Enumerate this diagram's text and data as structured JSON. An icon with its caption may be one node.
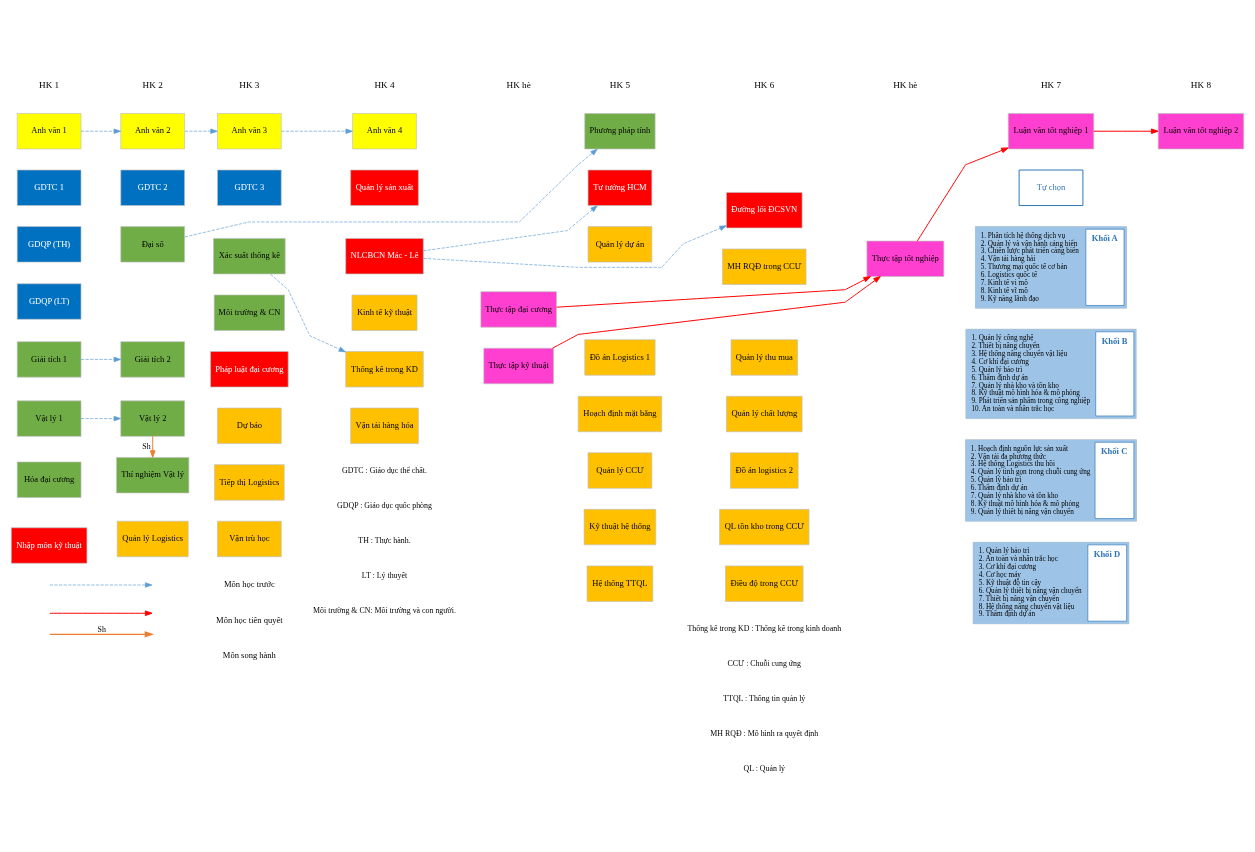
{
  "diagram": {
    "nodes": [
      {
        "text": [
          "Anh văn 1"
        ]
      },
      {
        "text": [
          "GDTC 1"
        ]
      },
      {
        "text": [
          "GDQP (TH)"
        ]
      },
      {
        "text": [
          "GDQP (LT)"
        ]
      },
      {
        "text": [
          "Giải tích 1"
        ]
      },
      {
        "text": [
          "Vật lý 1"
        ]
      },
      {
        "text": [
          "Hóa đại cương"
        ]
      },
      {
        "text": [
          "Nhập môn kỹ thuật"
        ]
      },
      {
        "text": [
          "Anh văn 2"
        ]
      },
      {
        "text": [
          "GDTC 2"
        ]
      },
      {
        "text": [
          "Đại số"
        ]
      },
      {
        "text": [
          "Giải tích 2"
        ]
      },
      {
        "text": [
          "Vật lý 2"
        ]
      },
      {
        "text": [
          "Thí nghiệm Vật lý"
        ]
      },
      {
        "text": [
          "Quản lý Logistics"
        ]
      },
      {
        "text": [
          "Anh văn 3"
        ]
      },
      {
        "text": [
          "GDTC 3"
        ]
      },
      {
        "text": [
          "Xác suất thống kê"
        ]
      },
      {
        "text": [
          "Môi trường & CN"
        ]
      },
      {
        "text": [
          "Pháp luật đại cương"
        ]
      },
      {
        "text": [
          "Dự báo"
        ]
      },
      {
        "text": [
          "Tiếp thị Logistics"
        ]
      },
      {
        "text": [
          "Vận trù học"
        ]
      },
      {
        "text": [
          "Anh văn 4"
        ]
      },
      {
        "text": [
          "Quản lý sản xuất"
        ]
      },
      {
        "text": [
          "NLCBCN Mác - Lê"
        ]
      },
      {
        "text": [
          "Kinh tế kỹ thuật"
        ]
      },
      {
        "text": [
          "Thống kê trong KD"
        ]
      },
      {
        "text": [
          "Vận tải hàng hóa"
        ]
      },
      {
        "text": [
          "Thực tập đại cương"
        ]
      },
      {
        "text": [
          "Thực tập kỹ thuật"
        ]
      },
      {
        "text": [
          "Phương pháp tính"
        ]
      },
      {
        "text": [
          "Tư tưởng HCM"
        ]
      },
      {
        "text": [
          "Quản lý dự án"
        ]
      },
      {
        "text": [
          "Đồ án Logistics 1"
        ]
      },
      {
        "text": [
          "Hoạch định mặt bằng"
        ]
      },
      {
        "text": [
          "Quản lý CCƯ"
        ]
      },
      {
        "text": [
          "Kỹ thuật hệ thống"
        ]
      },
      {
        "text": [
          "Hệ thống TTQL"
        ]
      },
      {
        "text": [
          "Đường lối ĐCSVN"
        ]
      },
      {
        "text": [
          "MH RQĐ trong CCƯ"
        ]
      },
      {
        "text": [
          "Quản lý thu mua"
        ]
      },
      {
        "text": [
          "Quản lý chất lượng"
        ]
      },
      {
        "text": [
          "Đồ án logistics 2"
        ]
      },
      {
        "text": [
          "QL tồn kho trong CCƯ"
        ]
      },
      {
        "text": [
          "Điều độ trong CCƯ"
        ]
      },
      {
        "text": [
          "Thực tập tốt nghiệp"
        ]
      },
      {
        "text": [
          "Luận văn tốt nghiệp 1"
        ]
      },
      {
        "text": [
          "Tự chọn"
        ]
      },
      {
        "text": [
          "Khối A",
          "1. Phân tích hệ thống dịch vụ",
          "2. Quản lý và vận hành cảng biển",
          "3. Chiến lược phát triển cảng biển",
          "4. Vận tải hàng hải",
          "5. Thương mại quốc tế cơ bản",
          "6. Logistics quốc tế",
          "7. Kinh tế vi mô",
          "8. Kinh tế vĩ mô",
          "9. Kỹ năng lãnh đạo"
        ]
      },
      {
        "text": [
          "Khối B",
          "1. Quản lý công nghệ",
          "2. Thiết bị nâng chuyển",
          "3. Hệ thống nâng chuyển vật liệu",
          "4. Cơ khí đại cương",
          "5. Quản lý bảo trì",
          "6. Thẩm định dự án",
          "7. Quản lý nhà kho và tồn kho",
          "8. Kỹ thuật mô hình hóa & mô phỏng",
          "9. Phát triển sản phẩm trong công nghiệp",
          "10. An toàn và nhân trắc học"
        ]
      },
      {
        "text": [
          "Khối C",
          "1. Hoạch định nguồn lực sản xuất",
          "2. Vận tải đa phương thức",
          "3. Hệ thống Logistics thu hồi",
          "4. Quản lý tinh gọn trong chuỗi cung ứng",
          "5. Quản lý bảo trì",
          "6. Thẩm định dự án",
          "7. Quản lý nhà kho và tồn kho",
          "8. Kỹ thuật mô hình hóa & mô phỏng",
          "9. Quản lý thiết bị nâng vận chuyển"
        ]
      },
      {
        "text": [
          "Khối D",
          "1. Quản lý bảo trì",
          "2. An toàn và nhân trắc học",
          "3. Cơ khí đại cương",
          "4. Cơ học máy",
          "5. Kỹ thuật độ tin cậy",
          "6. Quản lý thiết bị nâng vận chuyển",
          "7. Thiết bị nâng vận chuyển",
          "8. Hệ thống nâng chuyển vật liệu",
          "9. Thẩm định dự án"
        ]
      },
      {
        "text": [
          "Luận văn tốt nghiệp 2"
        ]
      }
    ],
    "edges": [
      {
        "from": 0,
        "to": 8,
        "arrow": "to",
        "style": "dashed"
      },
      {
        "from": 8,
        "to": 15,
        "arrow": "to",
        "style": "dashed"
      },
      {
        "from": 15,
        "to": 23,
        "arrow": "to",
        "style": "dashed"
      },
      {
        "from": 10,
        "to": 31,
        "arrow": "to",
        "style": "dashed"
      },
      {
        "from": 4,
        "to": 11,
        "arrow": "to",
        "style": "dashed"
      },
      {
        "from": 5,
        "to": 12,
        "arrow": "to",
        "style": "dashed"
      },
      {
        "from": 12,
        "to": 13,
        "arrow": "to",
        "label": "Sh",
        "color": "#ed7d31"
      },
      {
        "from": 17,
        "to": 27,
        "arrow": "to",
        "style": "dashed"
      },
      {
        "from": 25,
        "to": 32,
        "arrow": "to",
        "style": "dashed"
      },
      {
        "from": 25,
        "to": 39,
        "arrow": "to",
        "style": "dashed"
      },
      {
        "from": 29,
        "to": 46,
        "arrow": "to",
        "color": "#ff0000"
      },
      {
        "from": 30,
        "to": 46,
        "arrow": "to",
        "color": "#ff0000"
      },
      {
        "from": 46,
        "to": 47,
        "arrow": "to",
        "color": "#ff0000"
      },
      {
        "from": 47,
        "to": 53,
        "arrow": "to",
        "color": "#ff0000"
      }
    ],
    "labels": [
      "HK 1",
      "HK 2",
      "HK 3",
      "HK 4",
      "HK hè",
      "HK 5",
      "HK 6",
      "HK hè",
      "HK 7",
      "HK 8",
      "Sh",
      "GDTC : Giáo dục thể chất.",
      "GDQP : Giáo dục quốc phòng",
      "TH : Thực hành.",
      "LT : Lý thuyết",
      "Môi trường & CN: Môi trường và con người.",
      "Thống kê trong KD : Thống kê trong kinh doanh",
      "CCƯ : Chuỗi cung ứng",
      "TTQL : Thông tin quản lý",
      "MH RQĐ : Mô hình ra quyết định",
      "QL : Quản lý"
    ],
    "legend": [
      {
        "text": "Môn học trước"
      },
      {
        "text": "Môn học tiên quyết"
      },
      {
        "text": "Môn song hành"
      }
    ]
  }
}
